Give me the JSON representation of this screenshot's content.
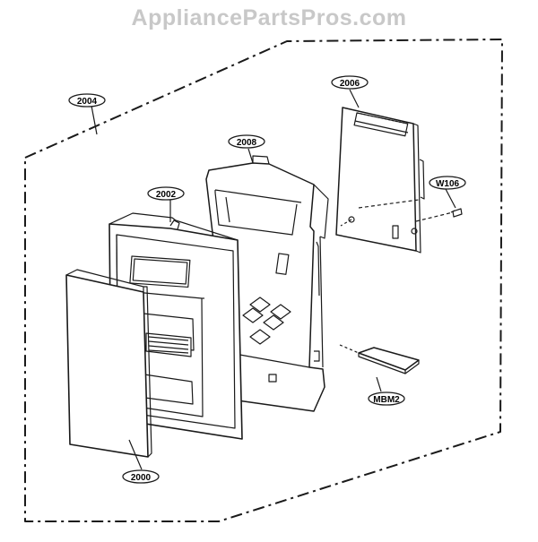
{
  "watermark": "AppliancePartsPros.com",
  "colors": {
    "line": "#1a1a1a",
    "paper": "#ffffff",
    "watermark": "#c8c8c8"
  },
  "callouts": {
    "c2004": "2004",
    "c2006": "2006",
    "c2008": "2008",
    "c2002": "2002",
    "cW106": "W106",
    "cMBM2": "MBM2",
    "c2000": "2000"
  }
}
